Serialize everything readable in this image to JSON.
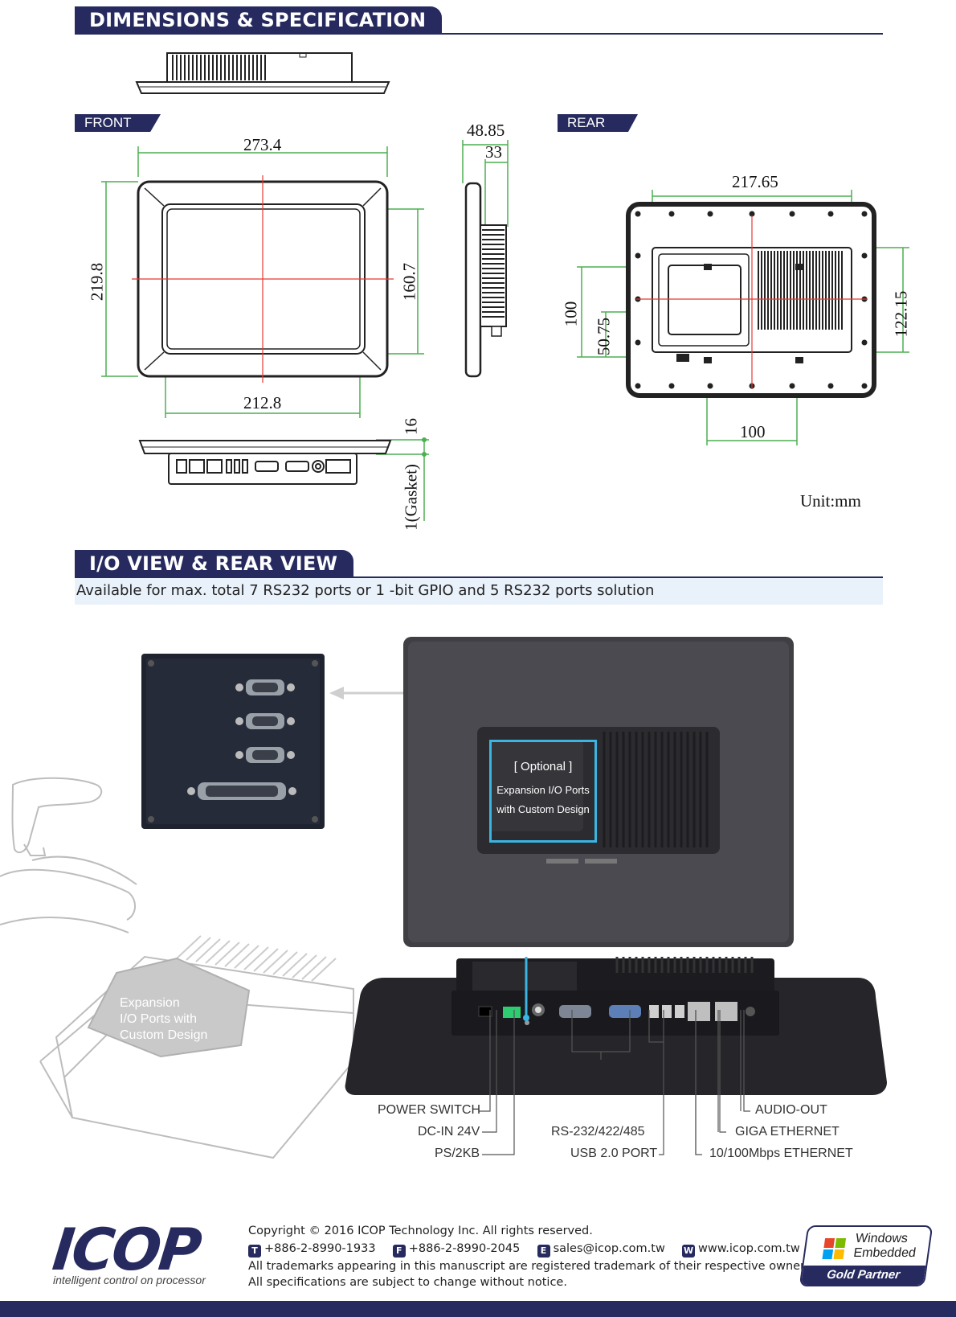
{
  "sections": {
    "dims_title": "DIMENSIONS & SPECIFICATION",
    "io_title": "I/O VIEW & REAR VIEW",
    "io_subtitle": "Available for max. total 7 RS232 ports or 1  -bit GPIO and 5 RS232 ports solution"
  },
  "views": {
    "front": "FRONT",
    "rear": "REAR"
  },
  "dimensions": {
    "width_outer": "273.4",
    "height_outer": "219.8",
    "width_inner": "212.8",
    "height_inner": "160.7",
    "depth_total": "48.85",
    "depth_body": "33",
    "rear_width": "217.65",
    "rear_height": "122.15",
    "vesa_v": "100",
    "vesa_half": "50.75",
    "vesa_h": "100",
    "bottom_thick": "16",
    "gasket": "1(Gasket)",
    "unit": "Unit:mm"
  },
  "optional_box": {
    "title": "[ Optional ]",
    "line1": "Expansion I/O Ports",
    "line2": "with Custom Design"
  },
  "expansion_label": [
    "Expansion",
    "I/O Ports with",
    "Custom Design"
  ],
  "callouts": {
    "power_switch": "POWER SWITCH",
    "dc_in": "DC-IN 24V",
    "ps2": "PS/2KB",
    "rs232": "RS-232/422/485",
    "usb": "USB 2.0 PORT",
    "audio": "AUDIO-OUT",
    "giga": "GIGA ETHERNET",
    "eth100": "10/100Mbps ETHERNET"
  },
  "footer": {
    "logo": "ICOP",
    "logo_tagline": "intelligent control on processor",
    "copyright": "Copyright © 2016  ICOP Technology Inc.  All rights reserved.",
    "tel_icon": "T",
    "tel": "+886-2-8990-1933",
    "fax_icon": "F",
    "fax": "+886-2-8990-2045",
    "email_icon": "E",
    "email": "sales@icop.com.tw",
    "web_icon": "W",
    "web": "www.icop.com.tw",
    "trademark": "All trademarks appearing in  this manuscript are registered trademark of their respective owners.",
    "notice": "All specifications are subject to change without notice.",
    "badge_line1": "Windows",
    "badge_line2": "Embedded",
    "badge_gold": "Gold Partner"
  },
  "colors": {
    "navy": "#262a5e",
    "dim_green": "#4caf50",
    "center_red": "#e53935",
    "callout_cyan": "#3ab4e0"
  }
}
